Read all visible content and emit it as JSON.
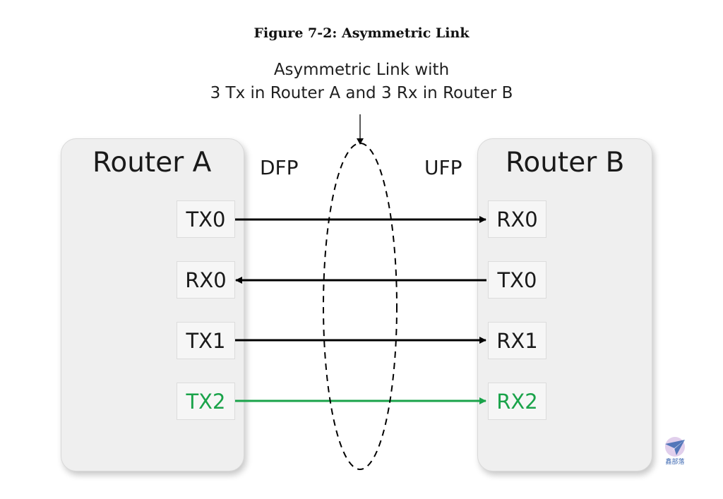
{
  "figure_title": "Figure 7-2: Asymmetric Link",
  "caption": {
    "line1": "Asymmetric Link with",
    "line2": "3 Tx in Router A and 3 Rx in Router B"
  },
  "router_a": {
    "name": "Router A",
    "side_label": "DFP",
    "ports": [
      "TX0",
      "RX0",
      "TX1",
      "TX2"
    ]
  },
  "router_b": {
    "name": "Router B",
    "side_label": "UFP",
    "ports": [
      "RX0",
      "TX0",
      "RX1",
      "RX2"
    ]
  },
  "lanes": [
    {
      "from": "Router A TX0",
      "to": "Router B RX0",
      "direction": "a-to-b",
      "color": "#000000"
    },
    {
      "from": "Router B TX0",
      "to": "Router A RX0",
      "direction": "b-to-a",
      "color": "#000000"
    },
    {
      "from": "Router A TX1",
      "to": "Router B RX1",
      "direction": "a-to-b",
      "color": "#000000"
    },
    {
      "from": "Router A TX2",
      "to": "Router B RX2",
      "direction": "a-to-b",
      "color": "#1aa34a"
    }
  ],
  "watermark": {
    "text": "鑫部落",
    "color": "#3a66b0"
  }
}
